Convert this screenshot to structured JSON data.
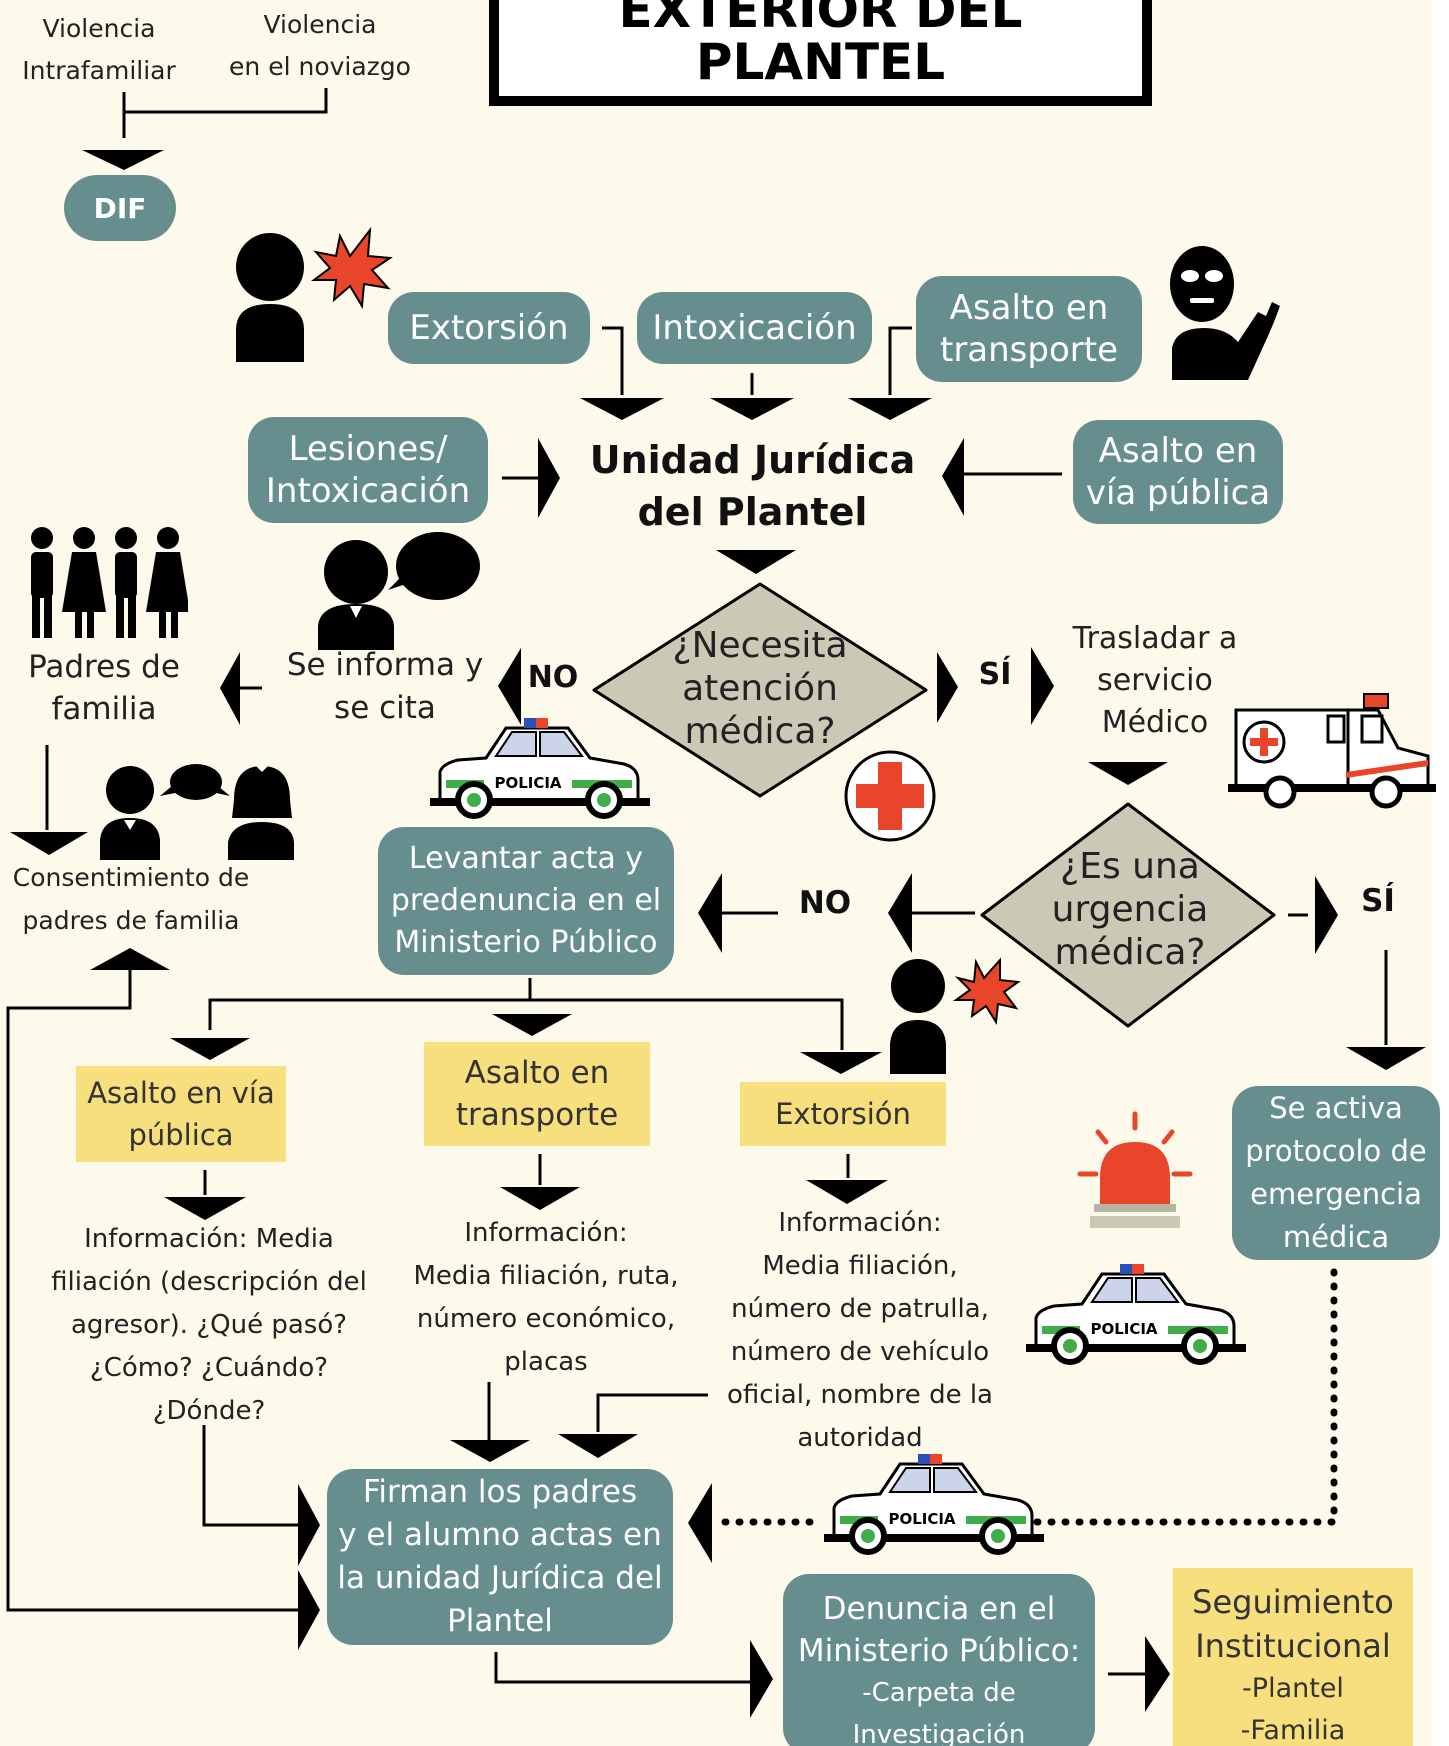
{
  "header": {
    "title": "VIOLENCIA AL\nEXTERIOR DEL PLANTEL"
  },
  "top_left": {
    "violencia_intrafamiliar": "Violencia\nIntrafamiliar",
    "violencia_noviazgo": "Violencia\nen el noviazgo",
    "dif": "DIF"
  },
  "incidents": {
    "extorsion": "Extorsión",
    "intoxicacion": "Intoxicación",
    "asalto_transporte": "Asalto en\ntransporte",
    "lesiones": "Lesiones/\nIntoxicación",
    "asalto_via_publica": "Asalto en\nvía pública"
  },
  "center": {
    "unidad_juridica": "Unidad Jurídica\ndel Plantel"
  },
  "decision1": {
    "question": "¿Necesita\natención\nmédica?",
    "no": "NO",
    "si": "SÍ"
  },
  "left_flow": {
    "se_informa": "Se informa y\nse cita",
    "padres": "Padres de\nfamilia",
    "consentimiento": "Consentimiento de\npadres de familia"
  },
  "medical": {
    "trasladar": "Trasladar a\nservicio\nMédico",
    "question": "¿Es una\nurgencia\nmédica?",
    "no": "NO",
    "si": "SÍ",
    "protocolo": "Se activa\nprotocolo de\nemergencia\nmédica"
  },
  "acta": {
    "levantar": "Levantar acta y\npredenuncia en el\nMinisterio Público"
  },
  "cases": {
    "asalto_via": "Asalto en vía\npública",
    "asalto_transporte": "Asalto en\ntransporte",
    "extorsion": "Extorsión",
    "info_via": "Información: Media\nfiliación (descripción del\nagresor). ¿Qué pasó?\n¿Cómo? ¿Cuándo?\n¿Dónde?",
    "info_transporte": "Información:\nMedia filiación, ruta,\nnúmero económico,\nplacas",
    "info_extorsion": "Información:\nMedia filiación,\nnúmero de patrulla,\nnúmero de vehículo\noficial, nombre de la\nautoridad"
  },
  "bottom": {
    "firman": "Firman los padres\ny el alumno actas en\nla unidad Jurídica del\nPlantel",
    "denuncia": "Denuncia en el\nMinisterio Público:",
    "carpeta": "-Carpeta de\nInvestigación",
    "seguimiento": "Seguimiento\nInstitucional",
    "seguimiento_items": "-Plantel\n-Familia"
  },
  "icons": {
    "police_label": "POLICIA"
  },
  "colors": {
    "teal": "#668e8e",
    "yellow": "#f7df7e",
    "diamond": "#ccc8b6",
    "alert_red": "#e8452a",
    "background": "#fdfaeb"
  }
}
